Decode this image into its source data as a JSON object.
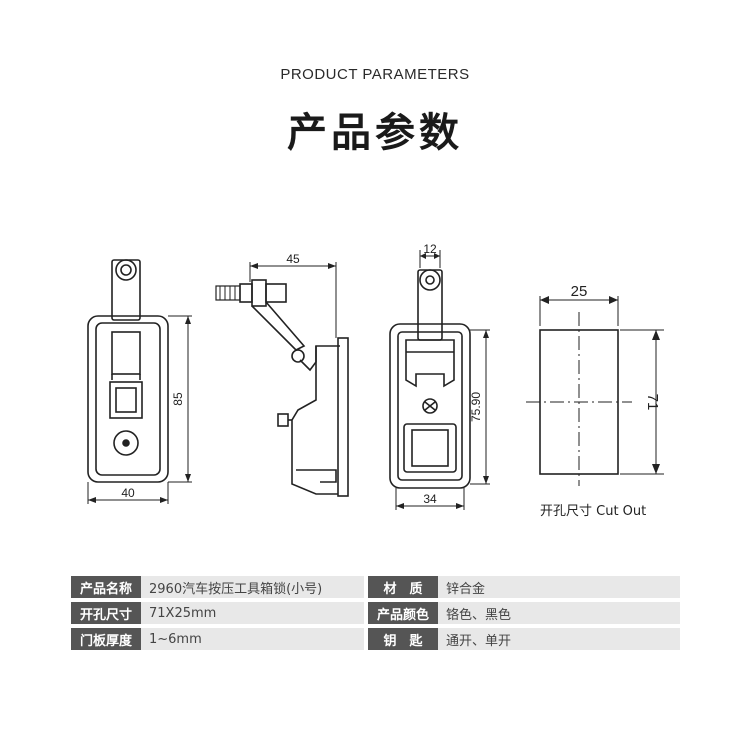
{
  "header": {
    "subtitle": "PRODUCT PARAMETERS",
    "title": "产品参数"
  },
  "drawing": {
    "front_width": "40",
    "front_height": "85",
    "side_depth": "45",
    "back_top_width": "12",
    "back_height": "75.90",
    "back_width": "34",
    "cutout_width": "25",
    "cutout_height": "71",
    "cutout_caption": "开孔尺寸 Cut Out"
  },
  "specs": [
    {
      "k1": "产品名称",
      "v1": "2960汽车按压工具箱锁(小号)",
      "k2": "材　质",
      "v2": "锌合金"
    },
    {
      "k1": "开孔尺寸",
      "v1": "71X25mm",
      "k2": "产品颜色",
      "v2": "铬色、黑色"
    },
    {
      "k1": "门板厚度",
      "v1": "1~6mm",
      "k2": "钥　匙",
      "v2": "通开、单开"
    }
  ]
}
